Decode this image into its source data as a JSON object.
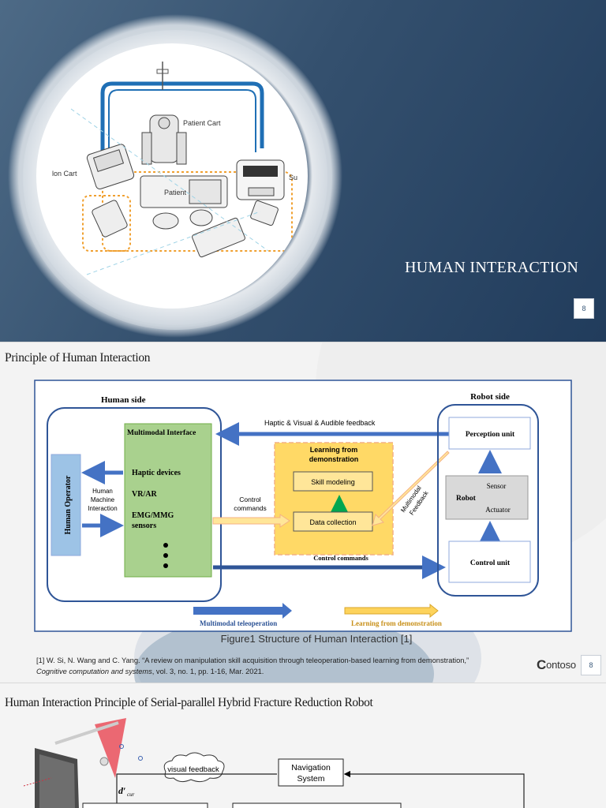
{
  "slide1": {
    "title": "HUMAN INTERACTION",
    "page_badge": "8",
    "photo_labels": {
      "patient_cart": "Patient Cart",
      "patient": "Patient",
      "left_cart": "lon Cart",
      "right_label": "Su"
    }
  },
  "slide2": {
    "heading": "Principle of Human Interaction",
    "diagram": {
      "human_side": "Human side",
      "robot_side": "Robot side",
      "multimodal_interface": "Multimodal Interface",
      "haptic_devices": "Haptic devices",
      "vr_ar": "VR/AR",
      "emg_mmg": "EMG/MMG",
      "sensors": "sensors",
      "human_operator": "Human Operator",
      "hmi_line1": "Human",
      "hmi_line2": "Machine",
      "hmi_line3": "Interaction",
      "feedback_label": "Haptic &  Visual & Audible feedback",
      "lfd_title_line1": "Learning from",
      "lfd_title_line2": "demonstration",
      "skill_modeling": "Skill modeling",
      "data_collection": "Data collection",
      "control_commands_line1": "Control",
      "control_commands_line2": "commands",
      "control_commands_bottom": "Control commands",
      "multimodal_feedback_line1": "Multimodal",
      "multimodal_feedback_line2": "Feedback",
      "perception_unit": "Perception unit",
      "robot": "Robot",
      "sensor": "Sensor",
      "actuator": "Actuator",
      "control_unit": "Control unit",
      "legend_teleop": "Multimodal teleoperation",
      "legend_lfd": "Learning from demonstration"
    },
    "caption": "Figure1 Structure of Human Interaction [1]",
    "reference_line1": "[1] W. Si, N. Wang and C. Yang. “A review on manipulation skill acquisition through teleoperation-based learning from demonstration,”",
    "reference_journal": "Cognitive computation and systems",
    "reference_rest": ", vol. 3, no. 1, pp. 1-16, Mar. 2021.",
    "logo_c": "C",
    "logo_text": "ontoso",
    "page_badge": "8",
    "colors": {
      "teleop_arrow": "#4472c4",
      "lfd_arrow": "#fdd35c",
      "interface_fill": "#a9d18e",
      "operator_fill": "#9dc3e6",
      "lfd_box": "#ffd966",
      "frame": "#2f5597"
    }
  },
  "slide3": {
    "heading": "Human Interaction Principle of Serial-parallel Hybrid Fracture Reduction Robot",
    "visual_feedback": "visual feedback",
    "navigation_line1": "Navigation",
    "navigation_line2": "System",
    "d_cur": "d′",
    "d_cur_sub": "cur"
  }
}
